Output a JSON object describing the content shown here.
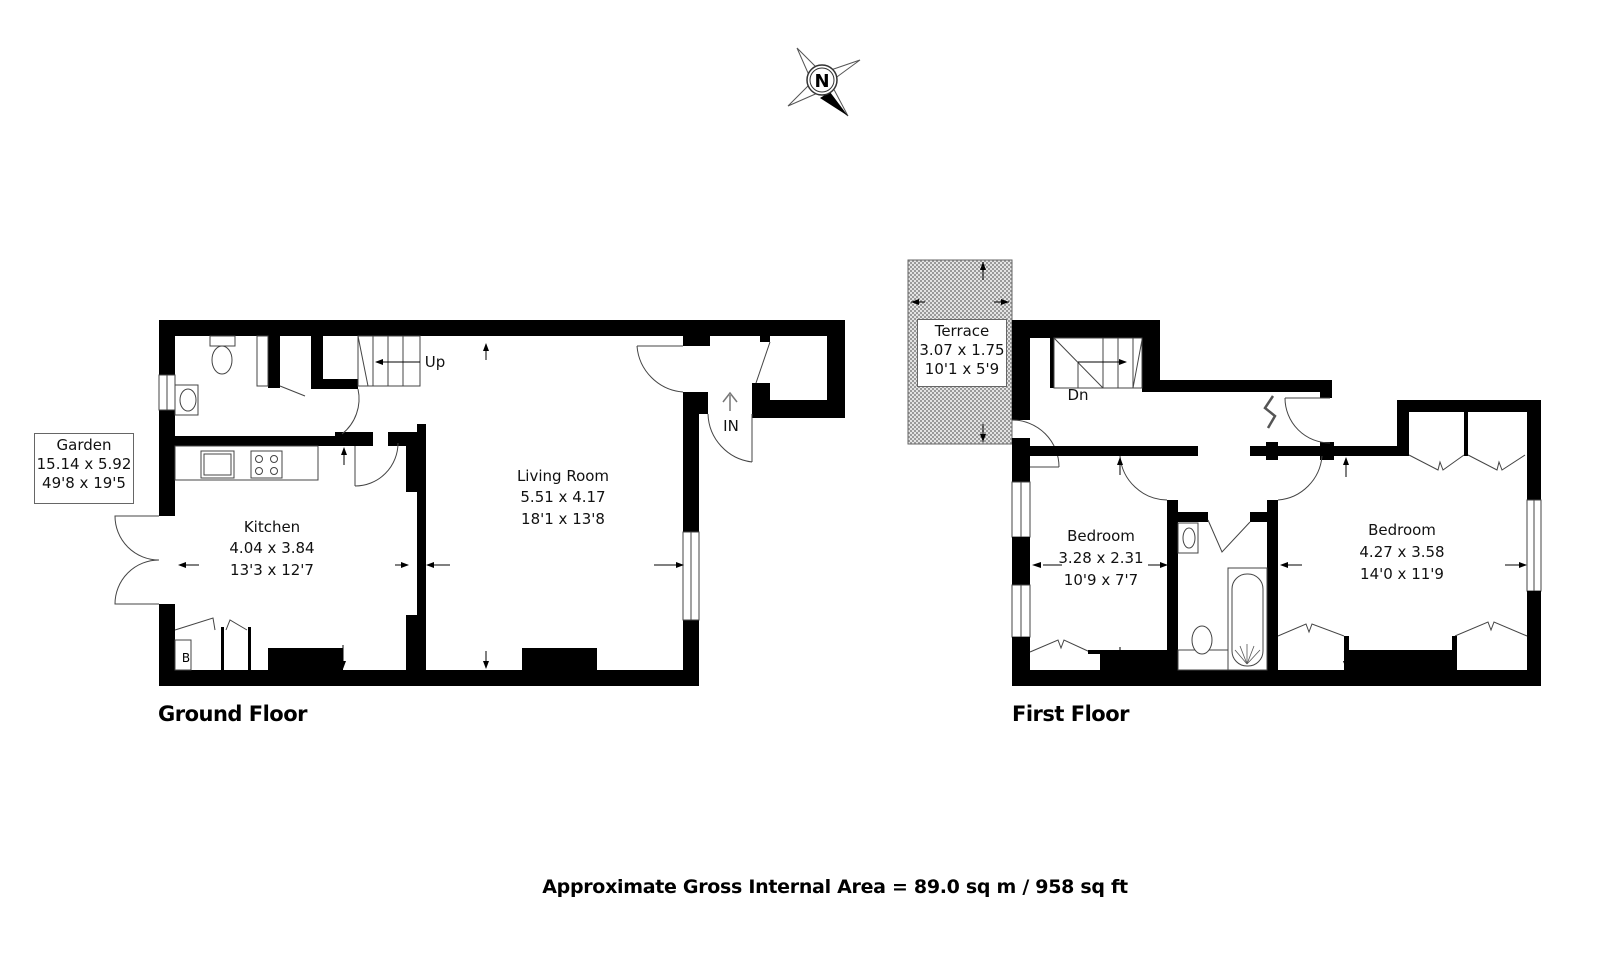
{
  "compass": {
    "label": "N",
    "icon": "north-compass-icon"
  },
  "ground_floor": {
    "title": "Ground Floor",
    "rooms": [
      {
        "name": "Garden",
        "metric": "15.14 x 5.92",
        "imperial": "49'8 x 19'5"
      },
      {
        "name": "Kitchen",
        "metric": "4.04 x 3.84",
        "imperial": "13'3 x 12'7"
      },
      {
        "name": "Living Room",
        "metric": "5.51 x 4.17",
        "imperial": "18'1 x 13'8"
      }
    ],
    "stair_label": "Up",
    "entrance_label": "IN",
    "boiler_label": "B"
  },
  "first_floor": {
    "title": "First Floor",
    "rooms": [
      {
        "name": "Terrace",
        "metric": "3.07 x 1.75",
        "imperial": "10'1 x 5'9"
      },
      {
        "name": "Bedroom",
        "metric": "3.28 x 2.31",
        "imperial": "10'9 x 7'7"
      },
      {
        "name": "Bedroom",
        "metric": "4.27 x 3.58",
        "imperial": "14'0 x 11'9"
      }
    ],
    "stair_label": "Dn"
  },
  "footer": {
    "area_text": "Approximate Gross Internal Area = 89.0 sq m / 958 sq ft"
  },
  "colors": {
    "wall": "#000000",
    "line": "#444444",
    "terrace_hatch": "#bdbdbd",
    "background": "#ffffff"
  }
}
